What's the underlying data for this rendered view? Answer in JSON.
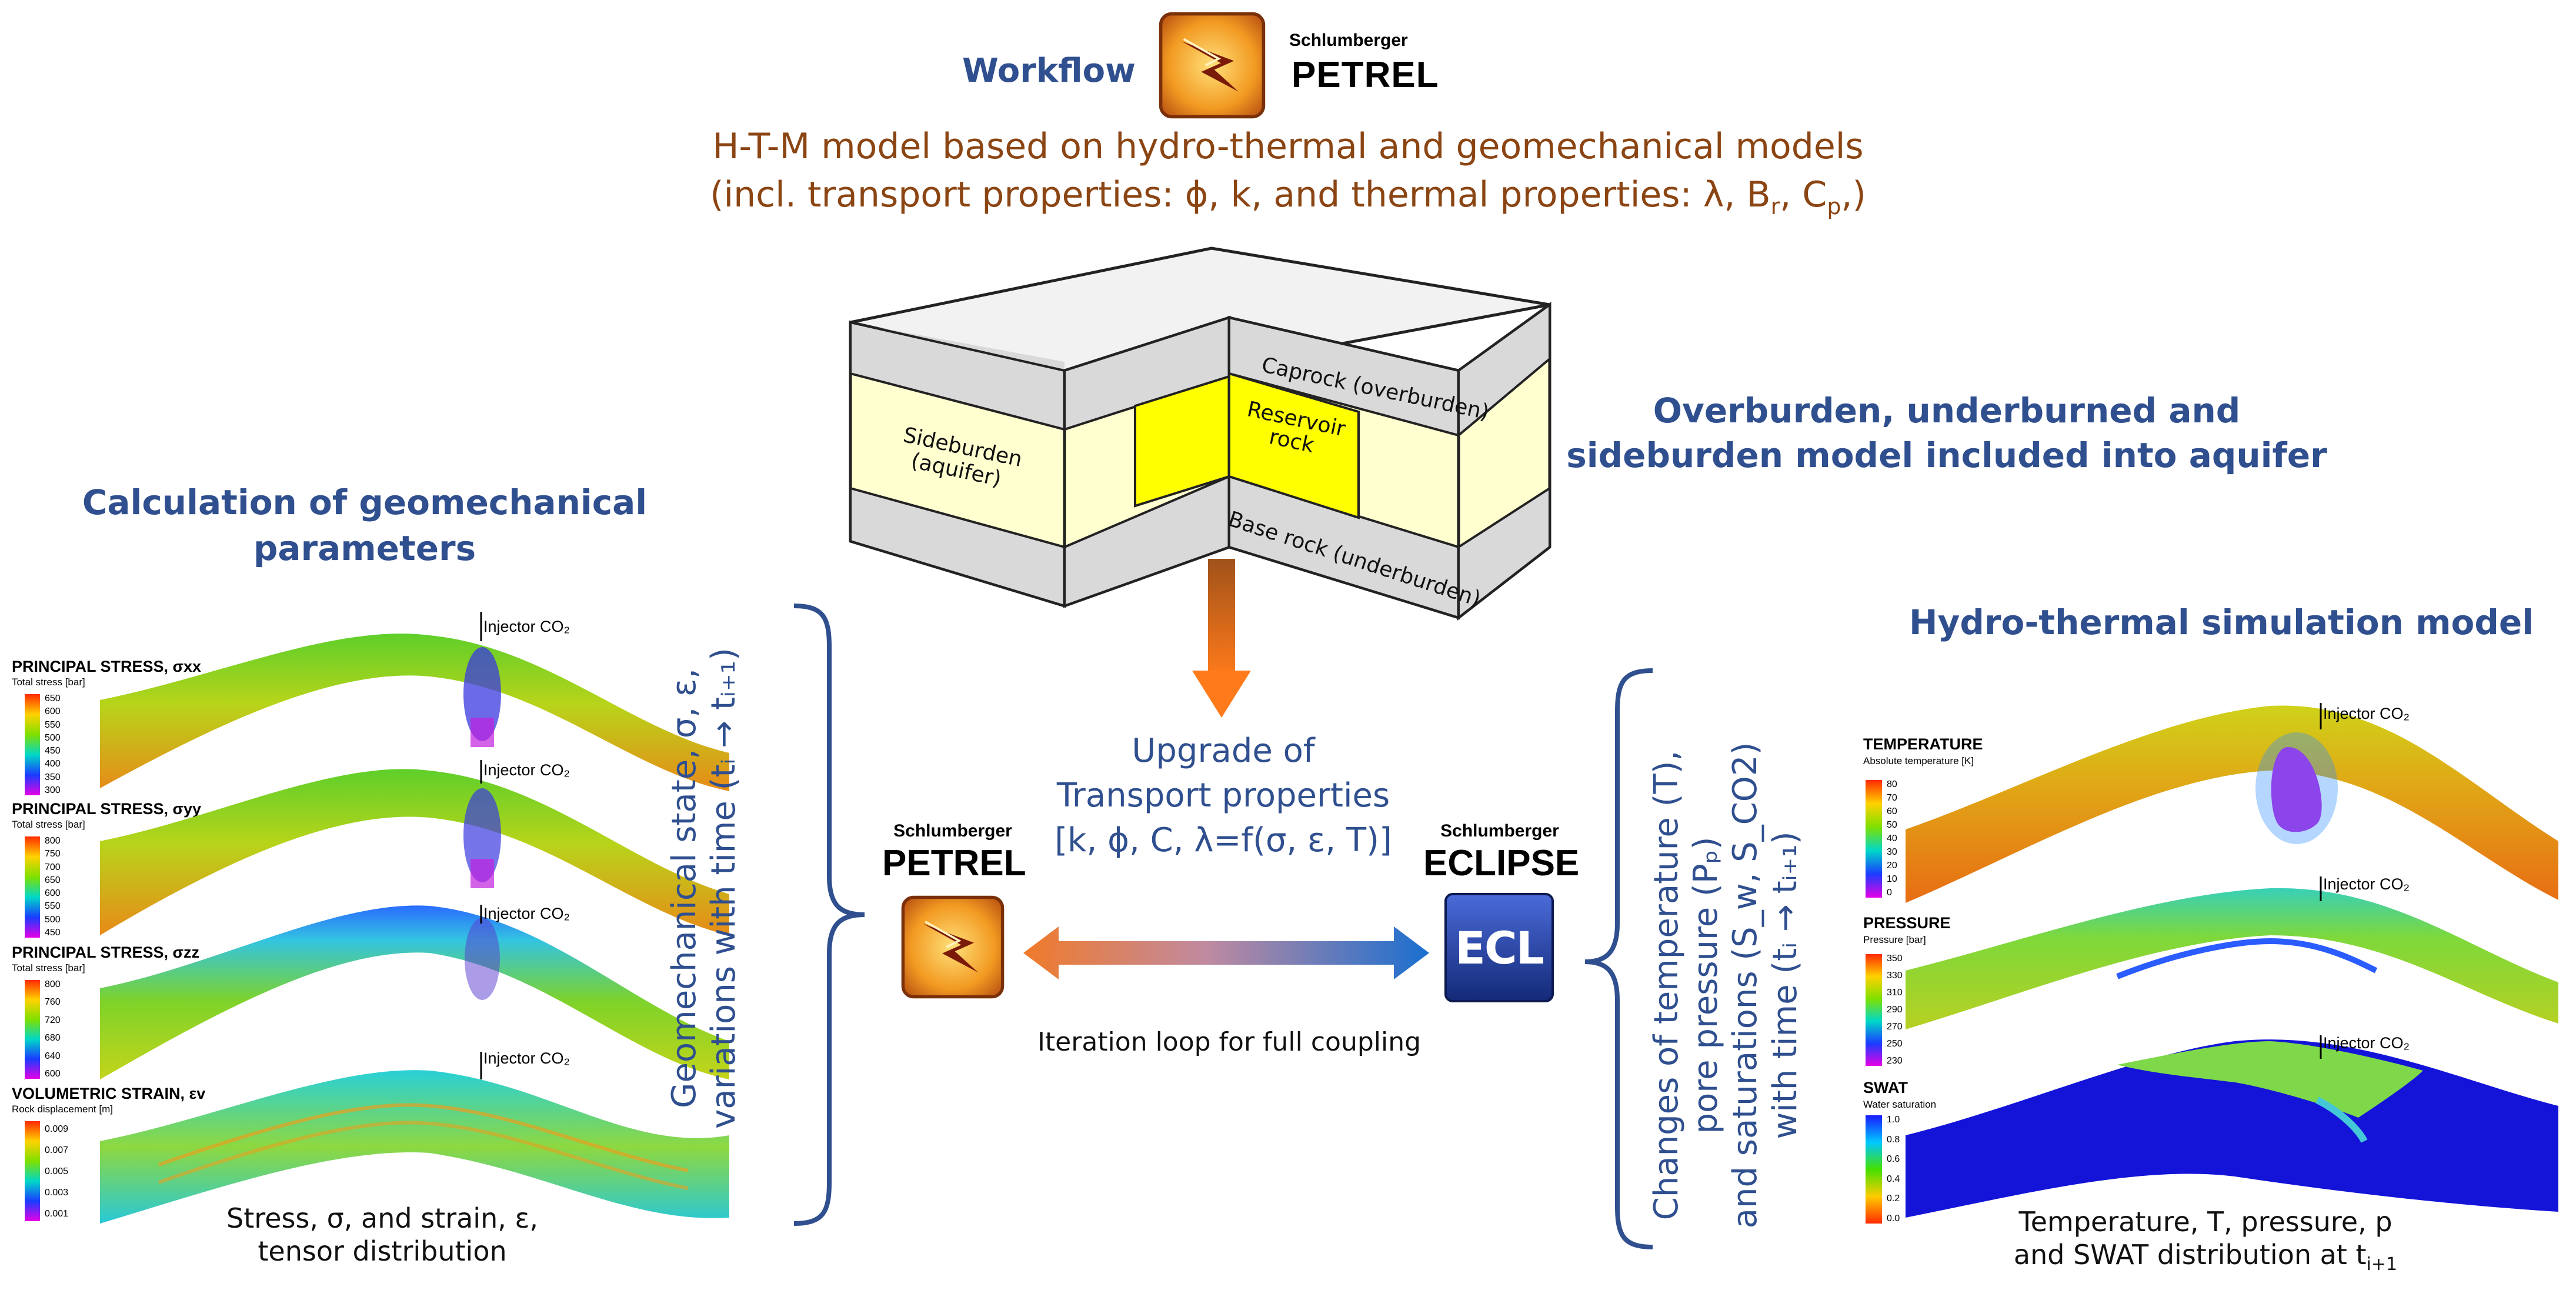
{
  "header": {
    "workflow": "Workflow",
    "brand_small": "Schlumberger",
    "brand_big": "PETREL",
    "line1": "H-T-M model based on hydro-thermal and geomechanical models",
    "line2": "(incl. transport properties: ϕ, k, and thermal properties: λ, B",
    "line2_sub_r": "r",
    "line2_mid": ", C",
    "line2_sub_p": "p",
    "line2_end": ",)"
  },
  "block": {
    "caprock": "Caprock (overburden)",
    "reservoir": "Reservoir rock",
    "sideburden": "Sideburden (aquifer)",
    "baserock": "Base rock (underburden)"
  },
  "right_heading": {
    "line1": "Overburden, underburned and",
    "line2": "sideburden model included into aquifer"
  },
  "left_heading": {
    "line1": "Calculation of geomechanical",
    "line2": "parameters"
  },
  "left_panels": [
    {
      "title": "PRINCIPAL STRESS, σxx",
      "sub": "Total stress [bar]",
      "ticks": [
        "650",
        "600",
        "550",
        "500",
        "450",
        "400",
        "350",
        "300"
      ],
      "injector": "Injector CO₂"
    },
    {
      "title": "PRINCIPAL STRESS, σyy",
      "sub": "Total stress [bar]",
      "ticks": [
        "800",
        "750",
        "700",
        "650",
        "600",
        "550",
        "500",
        "450"
      ],
      "injector": "Injector CO₂"
    },
    {
      "title": "PRINCIPAL STRESS, σzz",
      "sub": "Total stress [bar]",
      "ticks": [
        "800",
        "760",
        "720",
        "680",
        "640",
        "600"
      ],
      "injector": "Injector CO₂"
    },
    {
      "title": "VOLUMETRIC STRAIN, εv",
      "sub": "Rock displacement [m]",
      "ticks": [
        "0.009",
        "0.007",
        "0.005",
        "0.003",
        "0.001"
      ],
      "injector": "Injector CO₂"
    }
  ],
  "left_caption": {
    "line1": "Stress, σ, and strain, ε,",
    "line2": "tensor distribution"
  },
  "left_vertical": {
    "line1": "Geomechanical state, σ, ε,",
    "line2": "variations with time (tᵢ → tᵢ₊₁)"
  },
  "center": {
    "upgrade1": "Upgrade of",
    "upgrade2": "Transport properties",
    "upgrade3": "[k, ϕ, C, λ=f(σ, ε, T)]",
    "petrel_small": "Schlumberger",
    "petrel_big": "PETREL",
    "eclipse_small": "Schlumberger",
    "eclipse_big": "ECLIPSE",
    "ecl_logo": "ECL",
    "iteration": "Iteration loop for full coupling"
  },
  "right_vertical": {
    "line1": "Changes of temperature (T),",
    "line2": "pore pressure (Pₚ)",
    "line3": "and saturations (S_w, S_CO2)",
    "line4": "with time (tᵢ → tᵢ₊₁)"
  },
  "right_heading2": "Hydro-thermal simulation model",
  "right_panels": [
    {
      "title": "TEMPERATURE",
      "sub": "Absolute temperature [K]",
      "ticks": [
        "80",
        "70",
        "60",
        "50",
        "40",
        "30",
        "20",
        "10",
        "0"
      ],
      "injector": "Injector CO₂"
    },
    {
      "title": "PRESSURE",
      "sub": "Pressure [bar]",
      "ticks": [
        "350",
        "330",
        "310",
        "290",
        "270",
        "250",
        "230"
      ],
      "injector": "Injector CO₂"
    },
    {
      "title": "SWAT",
      "sub": "Water saturation",
      "ticks": [
        "1.0",
        "0.8",
        "0.6",
        "0.4",
        "0.2",
        "0.0"
      ],
      "injector": "Injector CO₂"
    }
  ],
  "right_caption": {
    "line1": "Temperature, T, pressure, p",
    "line2": "and SWAT distribution at t",
    "line2_sub": "i+1"
  },
  "colors": {
    "heading_blue": "#2f4f8f",
    "brown": "#8b4513",
    "reservoir_yellow": "#ffff00",
    "sideburden_cream": "#ffffd0",
    "gray_layer": "#d9d9d9"
  }
}
